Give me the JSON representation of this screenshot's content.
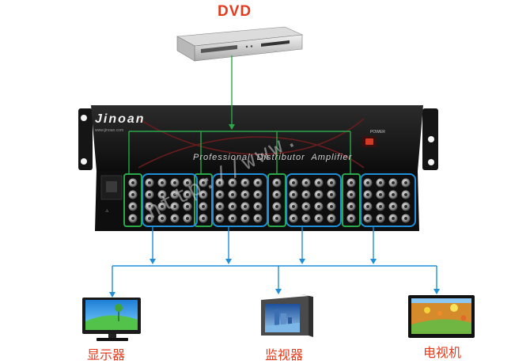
{
  "source_label": "DVD",
  "device": {
    "brand": "Jinoan",
    "brand_url": "www.jinoan.com",
    "product_name": "Professional  Distributor  Amplifier",
    "power_label": "POWER"
  },
  "outputs": [
    {
      "label": "显示器",
      "icon": "lcd-monitor-icon"
    },
    {
      "label": "监视器",
      "icon": "crt-monitor-icon"
    },
    {
      "label": "电视机",
      "icon": "flat-tv-icon"
    }
  ],
  "watermark": "http://www.",
  "colors": {
    "label": "#e53a1c",
    "signal_line": "#1e8fd8",
    "input_line": "#2aa84a",
    "output_box": "#1e8fd8",
    "device_body": "#1a1a1a"
  }
}
